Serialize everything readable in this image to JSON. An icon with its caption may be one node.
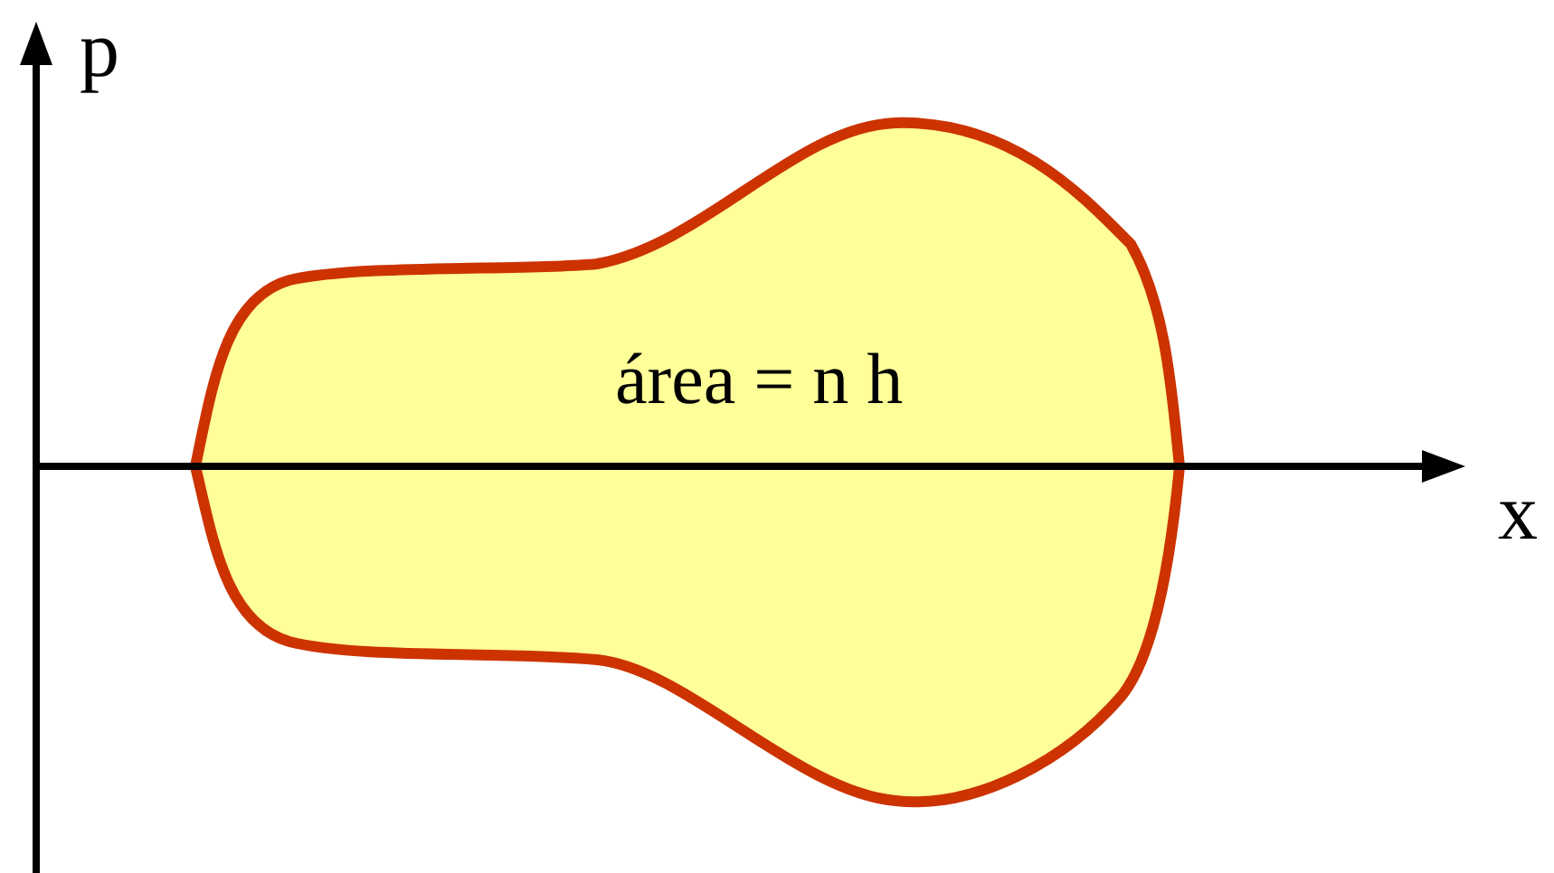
{
  "diagram": {
    "nodes": [
      {
        "text": [
          "área = n h"
        ]
      }
    ],
    "labels": [
      "p",
      "x"
    ]
  }
}
